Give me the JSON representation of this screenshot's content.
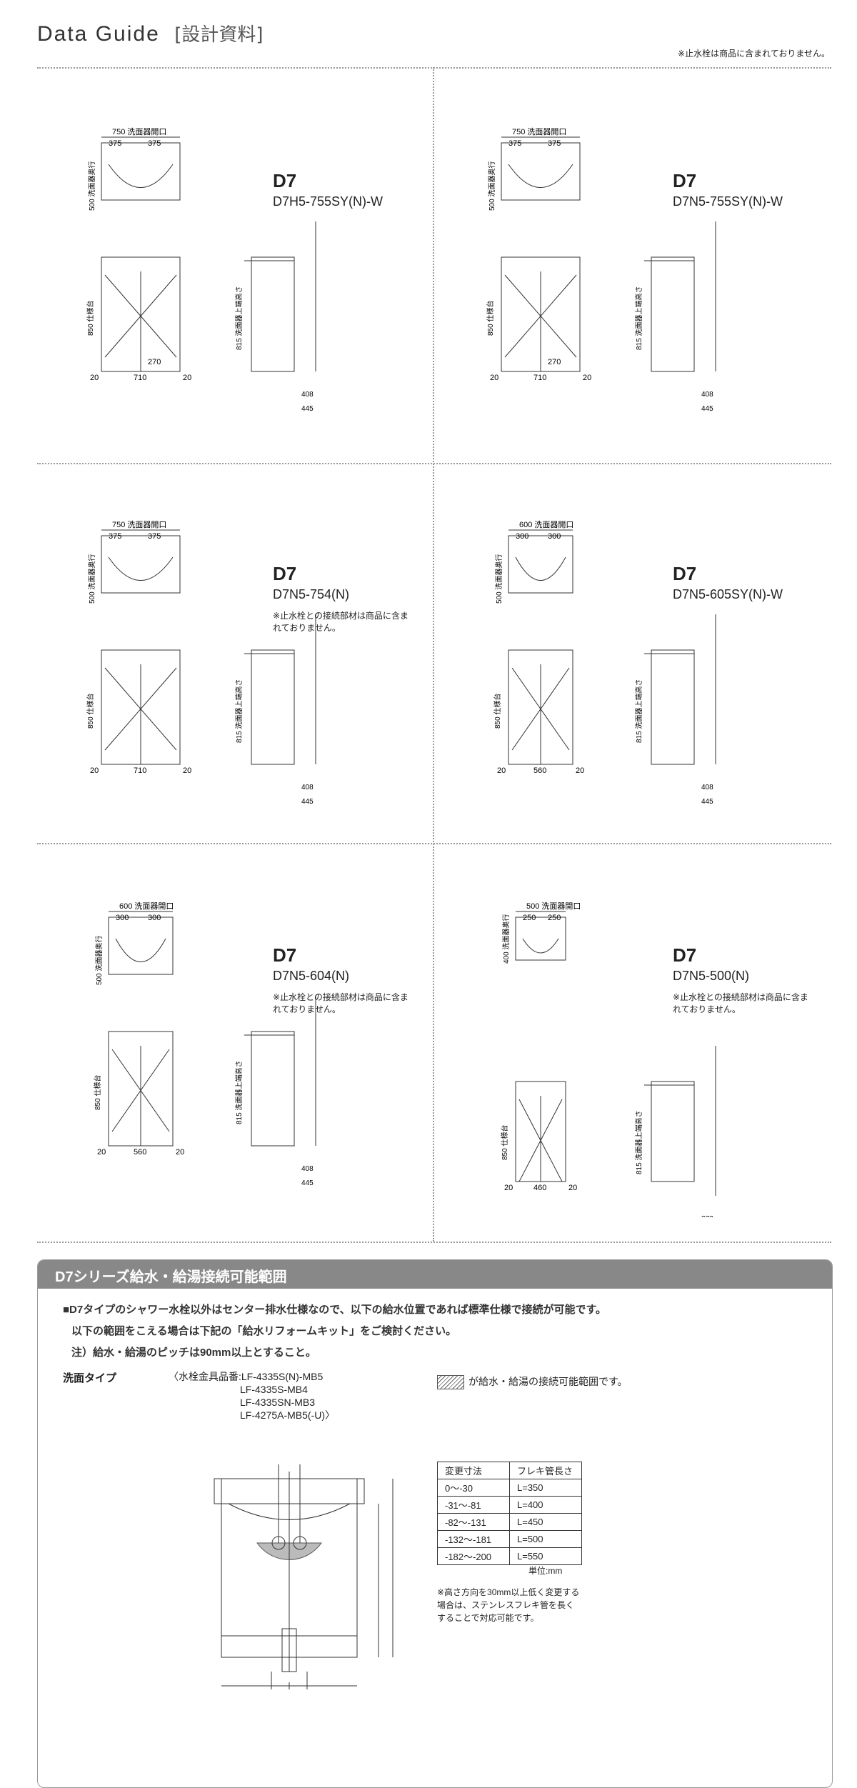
{
  "header": {
    "title": "Data Guide",
    "subtitle": "[設計資料]",
    "note": "※止水栓は商品に含まれておりません。"
  },
  "products": [
    {
      "series": "D7",
      "model": "D7H5-755SY(N)-W",
      "note": "",
      "width": "750 洗面器開口",
      "half": "375",
      "faucet": "270",
      "base": "710",
      "depth": "500 洗面器奥行"
    },
    {
      "series": "D7",
      "model": "D7N5-755SY(N)-W",
      "note": "",
      "width": "750 洗面器開口",
      "half": "375",
      "faucet": "270",
      "base": "710",
      "depth": "500 洗面器奥行"
    },
    {
      "series": "D7",
      "model": "D7N5-754(N)",
      "note": "※止水栓との接続部材は商品に含まれておりません。",
      "width": "750 洗面器開口",
      "half": "375",
      "faucet": "",
      "base": "710",
      "depth": "500 洗面器奥行"
    },
    {
      "series": "D7",
      "model": "D7N5-605SY(N)-W",
      "note": "",
      "width": "600 洗面器開口",
      "half": "300",
      "faucet": "",
      "base": "560",
      "depth": "500 洗面器奥行"
    },
    {
      "series": "D7",
      "model": "D7N5-604(N)",
      "note": "※止水栓との接続部材は商品に含まれておりません。",
      "width": "600 洗面器開口",
      "half": "300",
      "faucet": "",
      "base": "560",
      "depth": "500 洗面器奥行"
    },
    {
      "series": "D7",
      "model": "D7N5-500(N)",
      "note": "※止水栓との接続部材は商品に含まれておりません。",
      "width": "500 洗面器開口",
      "half": "250",
      "faucet": "",
      "base": "460",
      "depth": "400 洗面器奥行"
    }
  ],
  "section": {
    "title": "D7シリーズ給水・給湯接続可能範囲",
    "line1": "■D7タイプのシャワー水栓以外はセンター排水仕様なので、以下の給水位置であれば標準仕様で接続が可能です。",
    "line2": "以下の範囲をこえる場合は下記の「給水リフォームキット」をご検討ください。",
    "line3": "注）給水・給湯のピッチは90mm以上とすること。",
    "basin_type": "洗面タイプ",
    "faucet_parts": "〈水栓金具品番:LF-4335S(N)-MB5\nLF-4335S-MB4\nLF-4335SN-MB3\nLF-4275A-MB5(-U)〉",
    "legend": "が給水・給湯の接続可能範囲です。",
    "table_head": [
      "変更寸法",
      "フレキ管長さ"
    ],
    "table_rows": [
      [
        "0〜-30",
        "L=350"
      ],
      [
        "-31〜-81",
        "L=400"
      ],
      [
        "-82〜-131",
        "L=450"
      ],
      [
        "-132〜-181",
        "L=500"
      ],
      [
        "-182〜-200",
        "L=550"
      ]
    ],
    "unit": "単位:mm",
    "note": "※高さ方向を30mm以上低く変更する場合は、ステンレスフレキ管を長くすることで対応可能です。"
  }
}
